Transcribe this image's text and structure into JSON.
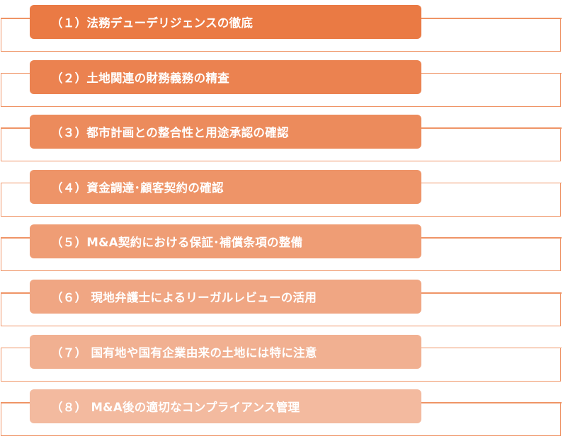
{
  "items": [
    {
      "label": "（１）法務デューデリジェンスの徹底",
      "color": "#ea7a44"
    },
    {
      "label": "（２）土地関連の財務義務の精査",
      "color": "#eb8250"
    },
    {
      "label": "（３）都市計画との整合性と用途承認の確認",
      "color": "#ec8b5c"
    },
    {
      "label": "（４）資金調達･顧客契約の確認",
      "color": "#ee9468"
    },
    {
      "label": "（５）M&A契約における保証･補償条項の整備",
      "color": "#ef9d75"
    },
    {
      "label": "（６） 現地弁護士によるリーガルレビューの活用",
      "color": "#f0a683"
    },
    {
      "label": "（７） 国有地や国有企業由来の土地には特に注意",
      "color": "#f1b091"
    },
    {
      "label": "（８） M&A後の適切なコンプライアンス管理",
      "color": "#f3ba9f"
    }
  ]
}
